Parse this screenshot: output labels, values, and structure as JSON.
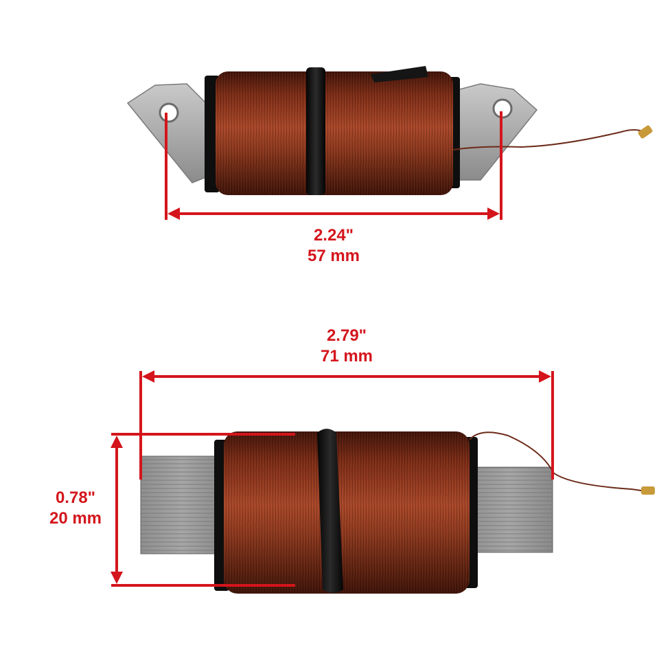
{
  "product_photo": {
    "background": "#ffffff",
    "accent_color": "#d4151c",
    "copper_color": "#8a3318",
    "top_view": {
      "width_imperial": "2.24\"",
      "width_metric": "57 mm"
    },
    "side_view": {
      "length_imperial": "2.79\"",
      "length_metric": "71 mm",
      "height_imperial": "0.78\"",
      "height_metric": "20 mm"
    }
  }
}
